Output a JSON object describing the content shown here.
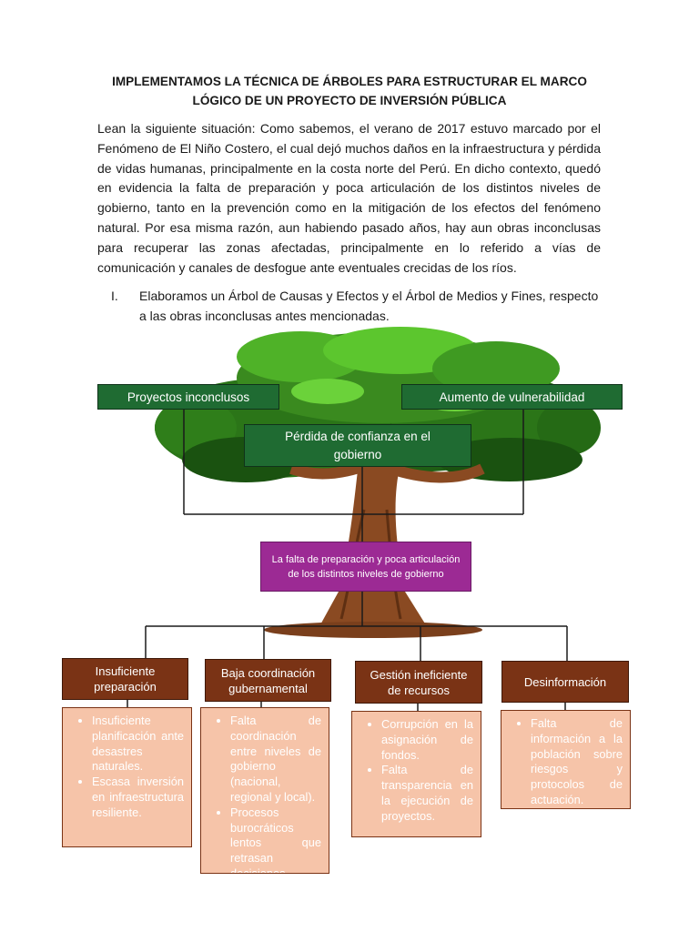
{
  "document": {
    "title_line1": "IMPLEMENTAMOS LA TÉCNICA DE ÁRBOLES PARA ESTRUCTURAR EL MARCO",
    "title_line2": "LÓGICO DE UN PROYECTO DE INVERSIÓN PÚBLICA",
    "paragraph": "Lean la siguiente situación: Como sabemos, el verano de 2017 estuvo marcado por el Fenómeno de El Niño Costero, el cual dejó muchos daños en la infraestructura y pérdida de vidas humanas, principalmente en la costa norte del Perú. En dicho contexto, quedó en evidencia la falta de preparación y poca articulación de los distintos niveles de gobierno, tanto en la prevención como en la mitigación de los efectos del fenómeno natural. Por esa misma razón, aun habiendo pasado años, hay aun obras inconclusas para recuperar las zonas afectadas, principalmente en lo referido a vías de comunicación y canales de desfogue ante eventuales crecidas de los ríos.",
    "item_number": "I.",
    "item_text": "Elaboramos un Árbol de Causas y Efectos y el Árbol de Medios y Fines, respecto a las obras inconclusas antes mencionadas."
  },
  "tree": {
    "effects": {
      "left": "Proyectos inconclusos",
      "right": "Aumento de vulnerabilidad",
      "center": "Pérdida de confianza en el gobierno"
    },
    "central_problem": "La falta de preparación y poca articulación de los distintos niveles de gobierno",
    "causes": [
      {
        "label": "Insuficiente preparación",
        "details": [
          "Insuficiente planificación ante desastres naturales.",
          "Escasa inversión en infraestructura resiliente."
        ]
      },
      {
        "label": "Baja coordinación gubernamental",
        "details": [
          "Falta de coordinación entre niveles de gobierno (nacional, regional y local).",
          "Procesos burocráticos lentos que retrasan decisiones."
        ]
      },
      {
        "label": "Gestión ineficiente de recursos",
        "details": [
          "Corrupción en la asignación de fondos.",
          "Falta de transparencia en la ejecución de proyectos."
        ]
      },
      {
        "label": "Desinformación",
        "details": [
          "Falta de información a la población sobre riesgos y protocolos de actuación."
        ]
      }
    ]
  },
  "colors": {
    "effect_box": "#1f6b32",
    "problem_box": "#9c2a94",
    "cause_box": "#7a3315",
    "detail_box": "#f6c4a9",
    "foliage": "#3a8a1f",
    "trunk": "#8a4a22"
  }
}
